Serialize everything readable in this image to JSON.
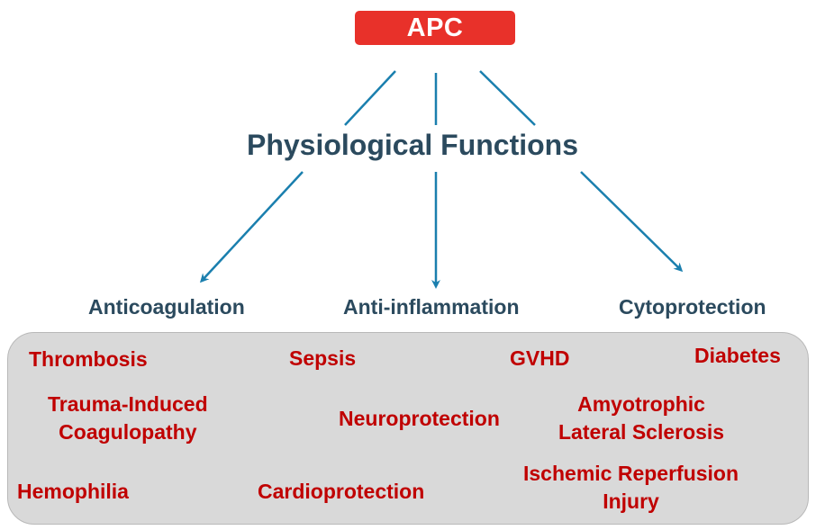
{
  "colors": {
    "apc_fill": "#e8312a",
    "apc_text": "#ffffff",
    "heading_text": "#2b4a5e",
    "category_text": "#2b4a5e",
    "arrow": "#1a7fae",
    "panel_fill": "#d9d9d9",
    "condition_text": "#c00000"
  },
  "diagram": {
    "root": "APC",
    "heading": "Physiological Functions",
    "categories": {
      "anticoagulation": "Anticoagulation",
      "anti_inflammation": "Anti-inflammation",
      "cytoprotection": "Cytoprotection"
    },
    "conditions": {
      "thrombosis": "Thrombosis",
      "sepsis": "Sepsis",
      "gvhd": "GVHD",
      "diabetes": "Diabetes",
      "trauma_coagulopathy": [
        "Trauma-Induced",
        "Coagulopathy"
      ],
      "neuroprotection": "Neuroprotection",
      "als": [
        "Amyotrophic",
        "Lateral Sclerosis"
      ],
      "hemophilia": "Hemophilia",
      "cardioprotection": "Cardioprotection",
      "ischemic_reperfusion": [
        "Ischemic Reperfusion",
        "Injury"
      ]
    }
  }
}
